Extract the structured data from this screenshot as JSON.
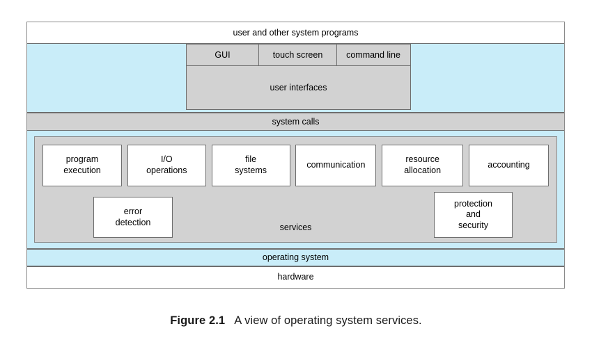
{
  "figure": {
    "caption_label": "Figure 2.1",
    "caption_text": "A view of operating system services.",
    "colors": {
      "blue_band": "#c9edf9",
      "gray_block": "#d2d2d2",
      "white_block": "#ffffff",
      "border": "#6e6e6e",
      "outer_border": "#8a8a8a"
    }
  },
  "layers": {
    "user_programs": "user and other system programs",
    "system_calls": "system calls",
    "operating_system": "operating system",
    "hardware": "hardware"
  },
  "user_interfaces": {
    "modes": [
      {
        "label": "GUI"
      },
      {
        "label": "touch screen"
      },
      {
        "label": "command line"
      }
    ],
    "caption": "user interfaces"
  },
  "services": {
    "label": "services",
    "top_row": [
      {
        "line1": "program",
        "line2": "execution"
      },
      {
        "line1": "I/O",
        "line2": "operations"
      },
      {
        "line1": "file",
        "line2": "systems"
      },
      {
        "line1": "communication",
        "line2": ""
      },
      {
        "line1": "resource",
        "line2": "allocation"
      },
      {
        "line1": "accounting",
        "line2": ""
      }
    ],
    "error_detection": {
      "line1": "error",
      "line2": "detection"
    },
    "protection_security": {
      "line1": "protection",
      "line2": "and",
      "line3": "security"
    }
  }
}
